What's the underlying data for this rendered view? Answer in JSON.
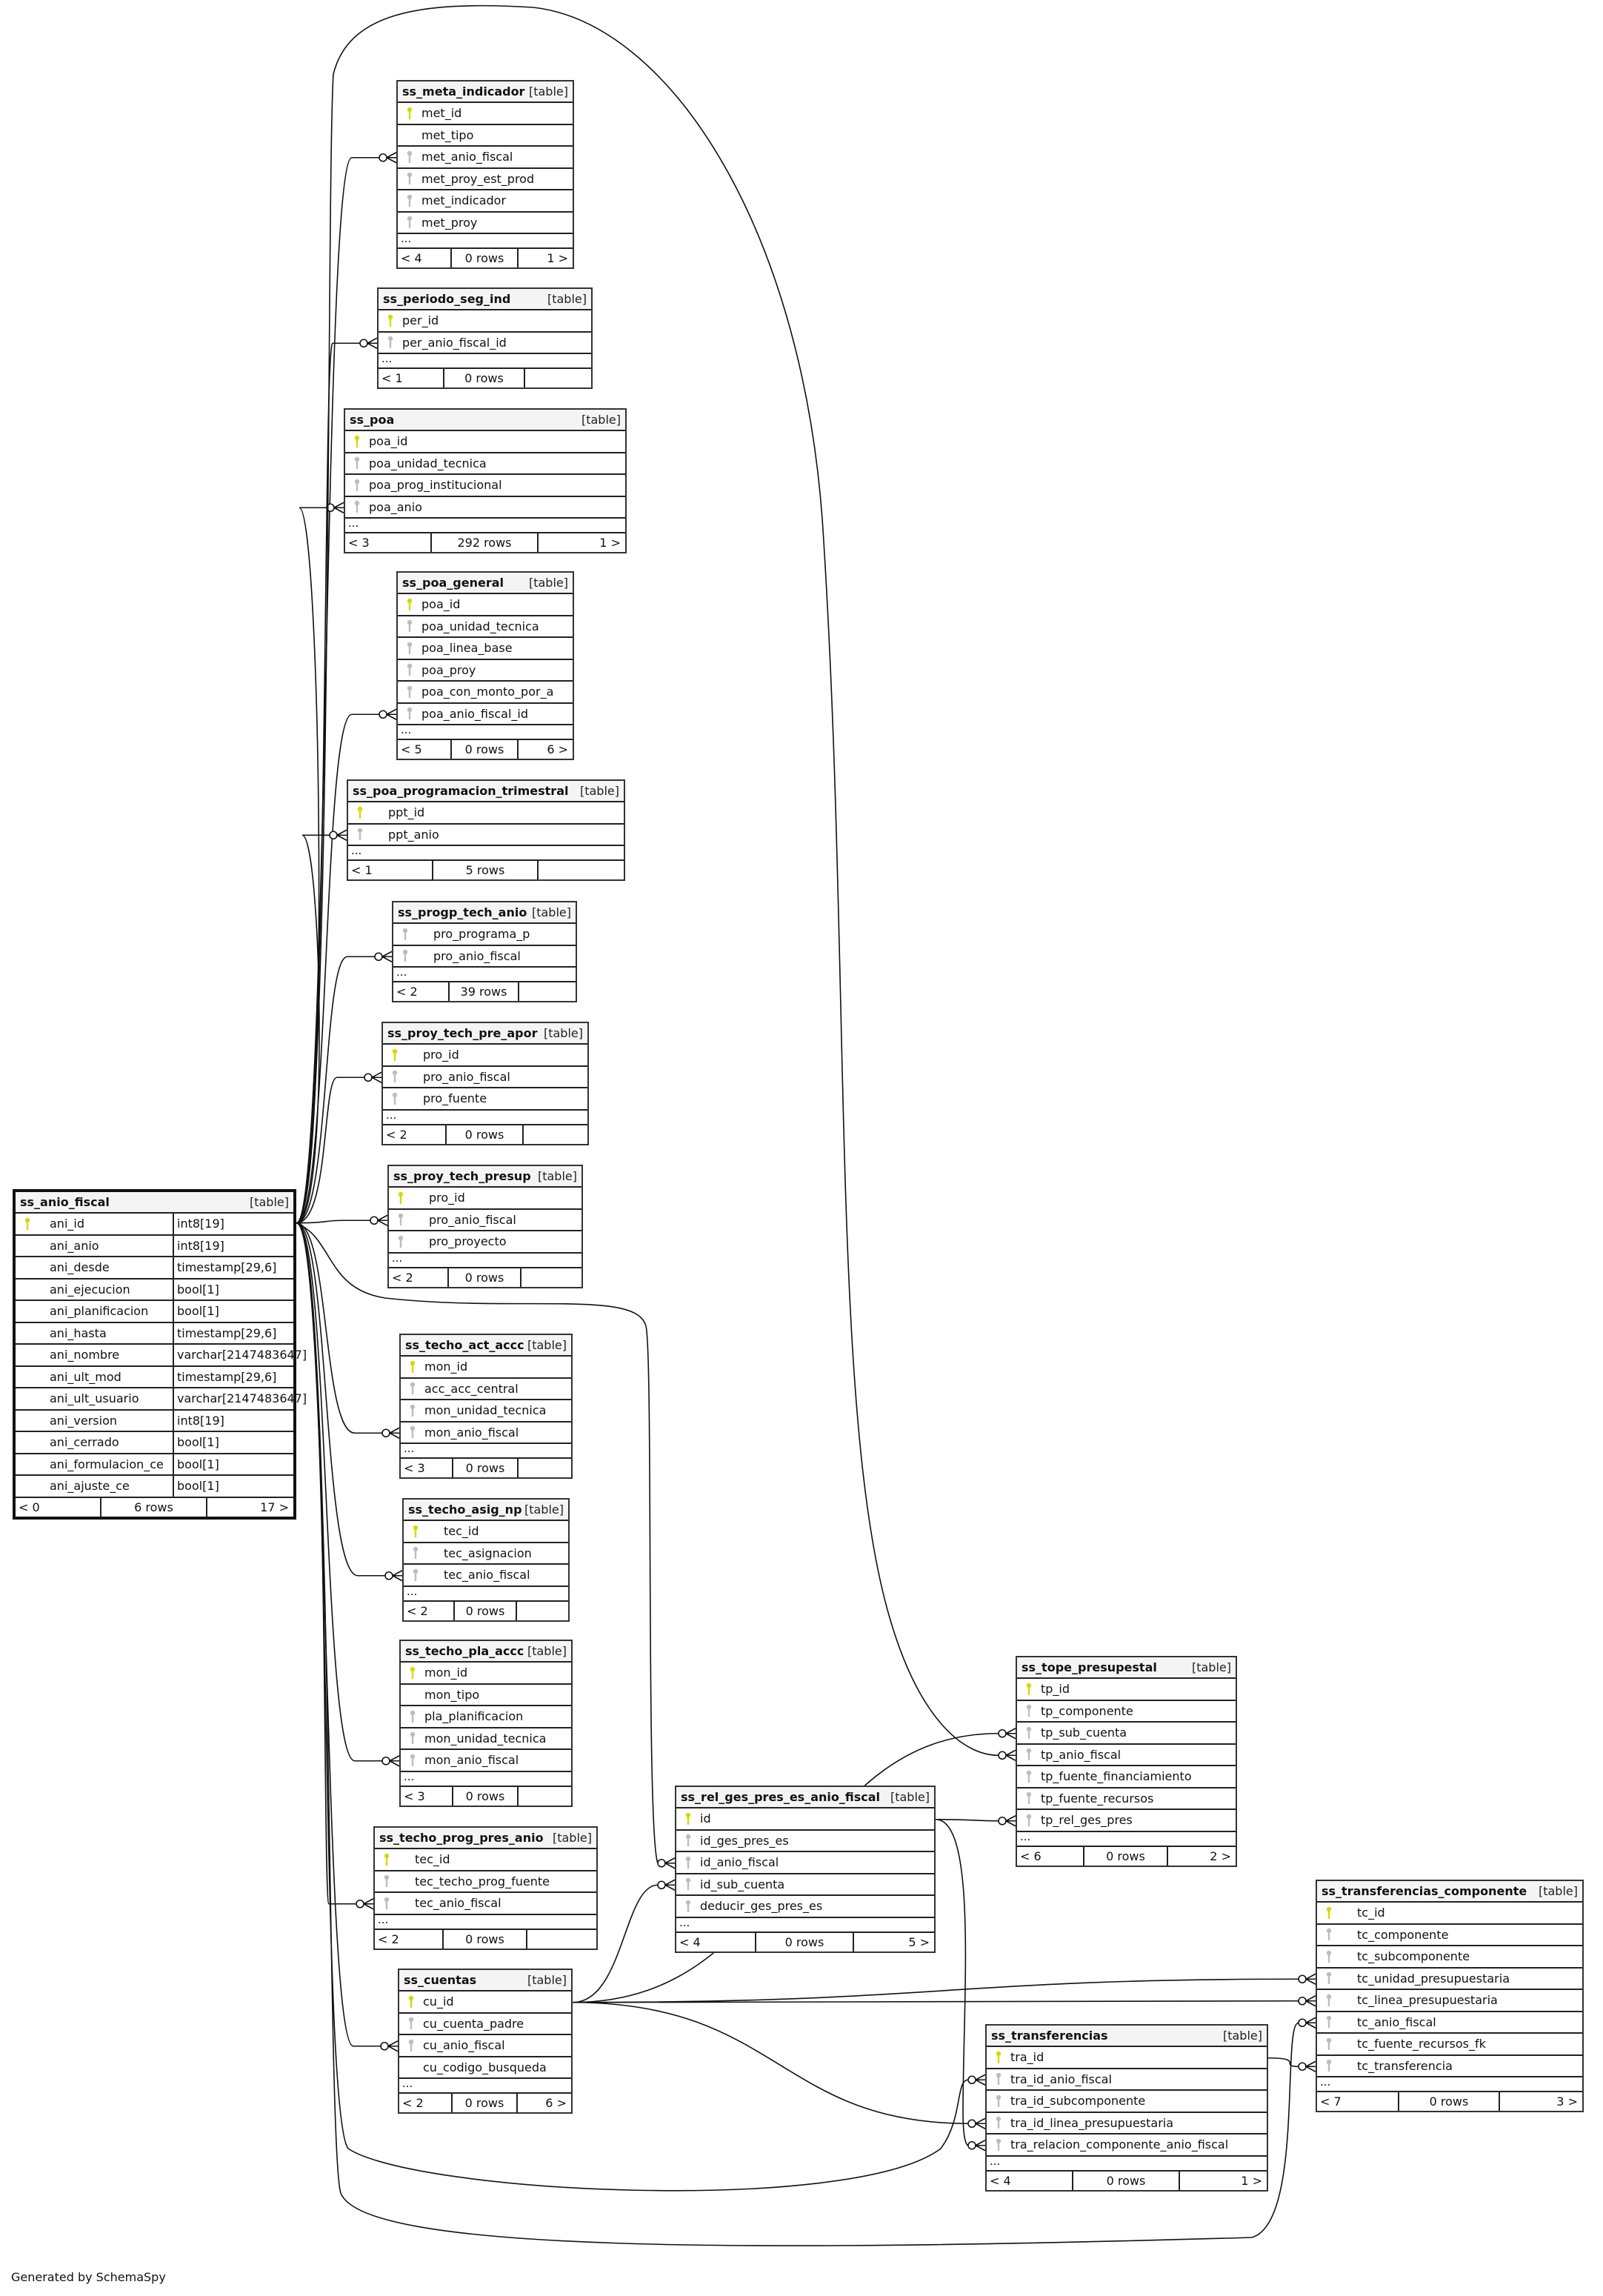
{
  "footer_text": "Generated by SchemaSpy",
  "colors": {
    "primary_key": "#d8d800",
    "foreign_key": "#bdbdbd",
    "header_bg": "#f4f4f4",
    "border": "#222222"
  },
  "tables": [
    {
      "name": "ss_meta_indicador",
      "type_label": "[table]",
      "columns": [
        {
          "name": "met_id",
          "key": "pk"
        },
        {
          "name": "met_tipo",
          "key": "none"
        },
        {
          "name": "met_anio_fiscal",
          "key": "fk"
        },
        {
          "name": "met_proy_est_prod",
          "key": "fk"
        },
        {
          "name": "met_indicador",
          "key": "fk"
        },
        {
          "name": "met_proy",
          "key": "fk"
        }
      ],
      "more": "...",
      "footer": {
        "parents": "< 4",
        "rows": "0 rows",
        "children": "1 >"
      }
    },
    {
      "name": "ss_periodo_seg_ind",
      "type_label": "[table]",
      "columns": [
        {
          "name": "per_id",
          "key": "pk"
        },
        {
          "name": "per_anio_fiscal_id",
          "key": "fk"
        }
      ],
      "more": "...",
      "footer": {
        "parents": "< 1",
        "rows": "0 rows",
        "children": ""
      }
    },
    {
      "name": "ss_poa",
      "type_label": "[table]",
      "columns": [
        {
          "name": "poa_id",
          "key": "pk"
        },
        {
          "name": "poa_unidad_tecnica",
          "key": "fk"
        },
        {
          "name": "poa_prog_institucional",
          "key": "fk"
        },
        {
          "name": "poa_anio",
          "key": "fk"
        }
      ],
      "more": "...",
      "footer": {
        "parents": "< 3",
        "rows": "292 rows",
        "children": "1 >"
      }
    },
    {
      "name": "ss_poa_general",
      "type_label": "[table]",
      "columns": [
        {
          "name": "poa_id",
          "key": "pk"
        },
        {
          "name": "poa_unidad_tecnica",
          "key": "fk"
        },
        {
          "name": "poa_linea_base",
          "key": "fk"
        },
        {
          "name": "poa_proy",
          "key": "fk"
        },
        {
          "name": "poa_con_monto_por_a",
          "key": "fk"
        },
        {
          "name": "poa_anio_fiscal_id",
          "key": "fk"
        }
      ],
      "more": "...",
      "footer": {
        "parents": "< 5",
        "rows": "0 rows",
        "children": "6 >"
      }
    },
    {
      "name": "ss_poa_programacion_trimestral",
      "type_label": "[table]",
      "columns": [
        {
          "name": "ppt_id",
          "key": "pk"
        },
        {
          "name": "ppt_anio",
          "key": "fk"
        }
      ],
      "more": "...",
      "footer": {
        "parents": "< 1",
        "rows": "5 rows",
        "children": ""
      }
    },
    {
      "name": "ss_progp_tech_anio",
      "type_label": "[table]",
      "columns": [
        {
          "name": "pro_programa_p",
          "key": "fk"
        },
        {
          "name": "pro_anio_fiscal",
          "key": "fk"
        }
      ],
      "more": "...",
      "footer": {
        "parents": "< 2",
        "rows": "39 rows",
        "children": ""
      }
    },
    {
      "name": "ss_proy_tech_pre_apor",
      "type_label": "[table]",
      "columns": [
        {
          "name": "pro_id",
          "key": "pk"
        },
        {
          "name": "pro_anio_fiscal",
          "key": "fk"
        },
        {
          "name": "pro_fuente",
          "key": "fk"
        }
      ],
      "more": "...",
      "footer": {
        "parents": "< 2",
        "rows": "0 rows",
        "children": ""
      }
    },
    {
      "name": "ss_proy_tech_presup",
      "type_label": "[table]",
      "columns": [
        {
          "name": "pro_id",
          "key": "pk"
        },
        {
          "name": "pro_anio_fiscal",
          "key": "fk"
        },
        {
          "name": "pro_proyecto",
          "key": "fk"
        }
      ],
      "more": "...",
      "footer": {
        "parents": "< 2",
        "rows": "0 rows",
        "children": ""
      }
    },
    {
      "name": "ss_anio_fiscal",
      "type_label": "[table]",
      "columns": [
        {
          "name": "ani_id",
          "type": "int8[19]",
          "key": "pk"
        },
        {
          "name": "ani_anio",
          "type": "int8[19]",
          "key": "none"
        },
        {
          "name": "ani_desde",
          "type": "timestamp[29,6]",
          "key": "none"
        },
        {
          "name": "ani_ejecucion",
          "type": "bool[1]",
          "key": "none"
        },
        {
          "name": "ani_planificacion",
          "type": "bool[1]",
          "key": "none"
        },
        {
          "name": "ani_hasta",
          "type": "timestamp[29,6]",
          "key": "none"
        },
        {
          "name": "ani_nombre",
          "type": "varchar[2147483647]",
          "key": "none"
        },
        {
          "name": "ani_ult_mod",
          "type": "timestamp[29,6]",
          "key": "none"
        },
        {
          "name": "ani_ult_usuario",
          "type": "varchar[2147483647]",
          "key": "none"
        },
        {
          "name": "ani_version",
          "type": "int8[19]",
          "key": "none"
        },
        {
          "name": "ani_cerrado",
          "type": "bool[1]",
          "key": "none"
        },
        {
          "name": "ani_formulacion_ce",
          "type": "bool[1]",
          "key": "none"
        },
        {
          "name": "ani_ajuste_ce",
          "type": "bool[1]",
          "key": "none"
        }
      ],
      "footer": {
        "parents": "< 0",
        "rows": "6 rows",
        "children": "17 >"
      }
    },
    {
      "name": "ss_techo_act_accc",
      "type_label": "[table]",
      "columns": [
        {
          "name": "mon_id",
          "key": "pk"
        },
        {
          "name": "acc_acc_central",
          "key": "fk"
        },
        {
          "name": "mon_unidad_tecnica",
          "key": "fk"
        },
        {
          "name": "mon_anio_fiscal",
          "key": "fk"
        }
      ],
      "more": "...",
      "footer": {
        "parents": "< 3",
        "rows": "0 rows",
        "children": ""
      }
    },
    {
      "name": "ss_techo_asig_np",
      "type_label": "[table]",
      "columns": [
        {
          "name": "tec_id",
          "key": "pk"
        },
        {
          "name": "tec_asignacion",
          "key": "fk"
        },
        {
          "name": "tec_anio_fiscal",
          "key": "fk"
        }
      ],
      "more": "...",
      "footer": {
        "parents": "< 2",
        "rows": "0 rows",
        "children": ""
      }
    },
    {
      "name": "ss_techo_pla_accc",
      "type_label": "[table]",
      "columns": [
        {
          "name": "mon_id",
          "key": "pk"
        },
        {
          "name": "mon_tipo",
          "key": "none"
        },
        {
          "name": "pla_planificacion",
          "key": "fk"
        },
        {
          "name": "mon_unidad_tecnica",
          "key": "fk"
        },
        {
          "name": "mon_anio_fiscal",
          "key": "fk"
        }
      ],
      "more": "...",
      "footer": {
        "parents": "< 3",
        "rows": "0 rows",
        "children": ""
      }
    },
    {
      "name": "ss_techo_prog_pres_anio",
      "type_label": "[table]",
      "columns": [
        {
          "name": "tec_id",
          "key": "pk"
        },
        {
          "name": "tec_techo_prog_fuente",
          "key": "fk"
        },
        {
          "name": "tec_anio_fiscal",
          "key": "fk"
        }
      ],
      "more": "...",
      "footer": {
        "parents": "< 2",
        "rows": "0 rows",
        "children": ""
      }
    },
    {
      "name": "ss_cuentas",
      "type_label": "[table]",
      "columns": [
        {
          "name": "cu_id",
          "key": "pk"
        },
        {
          "name": "cu_cuenta_padre",
          "key": "fk"
        },
        {
          "name": "cu_anio_fiscal",
          "key": "fk"
        },
        {
          "name": "cu_codigo_busqueda",
          "key": "none"
        }
      ],
      "more": "...",
      "footer": {
        "parents": "< 2",
        "rows": "0 rows",
        "children": "6 >"
      }
    },
    {
      "name": "ss_rel_ges_pres_es_anio_fiscal",
      "type_label": "[table]",
      "columns": [
        {
          "name": "id",
          "key": "pk"
        },
        {
          "name": "id_ges_pres_es",
          "key": "fk"
        },
        {
          "name": "id_anio_fiscal",
          "key": "fk"
        },
        {
          "name": "id_sub_cuenta",
          "key": "fk"
        },
        {
          "name": "deducir_ges_pres_es",
          "key": "fk"
        }
      ],
      "more": "...",
      "footer": {
        "parents": "< 4",
        "rows": "0 rows",
        "children": "5 >"
      }
    },
    {
      "name": "ss_tope_presupestal",
      "type_label": "[table]",
      "columns": [
        {
          "name": "tp_id",
          "key": "pk"
        },
        {
          "name": "tp_componente",
          "key": "fk"
        },
        {
          "name": "tp_sub_cuenta",
          "key": "fk"
        },
        {
          "name": "tp_anio_fiscal",
          "key": "fk"
        },
        {
          "name": "tp_fuente_financiamiento",
          "key": "fk"
        },
        {
          "name": "tp_fuente_recursos",
          "key": "fk"
        },
        {
          "name": "tp_rel_ges_pres",
          "key": "fk"
        }
      ],
      "more": "...",
      "footer": {
        "parents": "< 6",
        "rows": "0 rows",
        "children": "2 >"
      }
    },
    {
      "name": "ss_transferencias",
      "type_label": "[table]",
      "columns": [
        {
          "name": "tra_id",
          "key": "pk"
        },
        {
          "name": "tra_id_anio_fiscal",
          "key": "fk"
        },
        {
          "name": "tra_id_subcomponente",
          "key": "fk"
        },
        {
          "name": "tra_id_linea_presupuestaria",
          "key": "fk"
        },
        {
          "name": "tra_relacion_componente_anio_fiscal",
          "key": "fk"
        }
      ],
      "more": "...",
      "footer": {
        "parents": "< 4",
        "rows": "0 rows",
        "children": "1 >"
      }
    },
    {
      "name": "ss_transferencias_componente",
      "type_label": "[table]",
      "columns": [
        {
          "name": "tc_id",
          "key": "pk"
        },
        {
          "name": "tc_componente",
          "key": "fk"
        },
        {
          "name": "tc_subcomponente",
          "key": "fk"
        },
        {
          "name": "tc_unidad_presupuestaria",
          "key": "fk"
        },
        {
          "name": "tc_linea_presupuestaria",
          "key": "fk"
        },
        {
          "name": "tc_anio_fiscal",
          "key": "fk"
        },
        {
          "name": "tc_fuente_recursos_fk",
          "key": "fk"
        },
        {
          "name": "tc_transferencia",
          "key": "fk"
        }
      ],
      "more": "...",
      "footer": {
        "parents": "< 7",
        "rows": "0 rows",
        "children": "3 >"
      }
    }
  ]
}
